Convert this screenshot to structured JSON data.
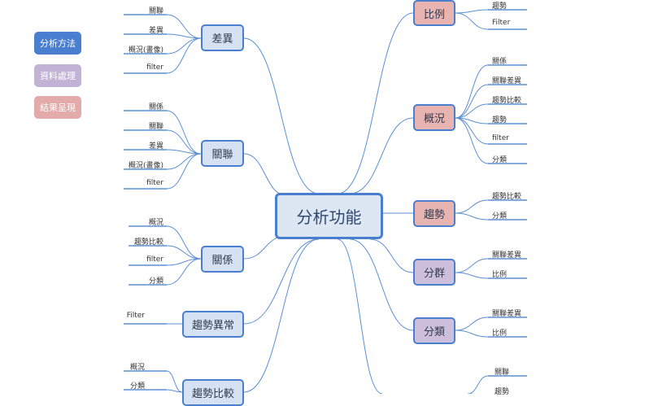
{
  "legend": {
    "method": "分析方法",
    "data": "資料處理",
    "result": "結果呈現",
    "colors": {
      "method": "#4a7fcf",
      "data": "#c2b3d6",
      "result": "#e2aaa8"
    }
  },
  "center": "分析功能",
  "left_branches": [
    {
      "label": "差異",
      "type": "method",
      "leaves": [
        "關聯",
        "差異",
        "概況(畫像)",
        "filter"
      ]
    },
    {
      "label": "關聯",
      "type": "method",
      "leaves": [
        "關係",
        "關聯",
        "差異",
        "概況(畫像)",
        "filter"
      ]
    },
    {
      "label": "關係",
      "type": "method",
      "leaves": [
        "概況",
        "趨勢比較",
        "filter",
        "分類"
      ]
    },
    {
      "label": "趨勢異常",
      "type": "method",
      "leaves": [
        "Filter"
      ]
    },
    {
      "label": "趨勢比較",
      "type": "method",
      "leaves": [
        "概況",
        "分類"
      ]
    }
  ],
  "right_branches": [
    {
      "label": "比例",
      "type": "result",
      "leaves": [
        "趨勢",
        "Filter"
      ]
    },
    {
      "label": "概況",
      "type": "result",
      "leaves": [
        "關係",
        "關聯差異",
        "趨勢比較",
        "趨勢",
        "filter",
        "分類"
      ]
    },
    {
      "label": "趨勢",
      "type": "result",
      "leaves": [
        "趨勢比較",
        "分類"
      ]
    },
    {
      "label": "分群",
      "type": "data",
      "leaves": [
        "關聯差異",
        "比例"
      ]
    },
    {
      "label": "分類",
      "type": "data",
      "leaves": [
        "關聯差異",
        "比例"
      ]
    },
    {
      "label": "",
      "type": "data",
      "leaves": [
        "關聯",
        "趨勢"
      ]
    }
  ]
}
